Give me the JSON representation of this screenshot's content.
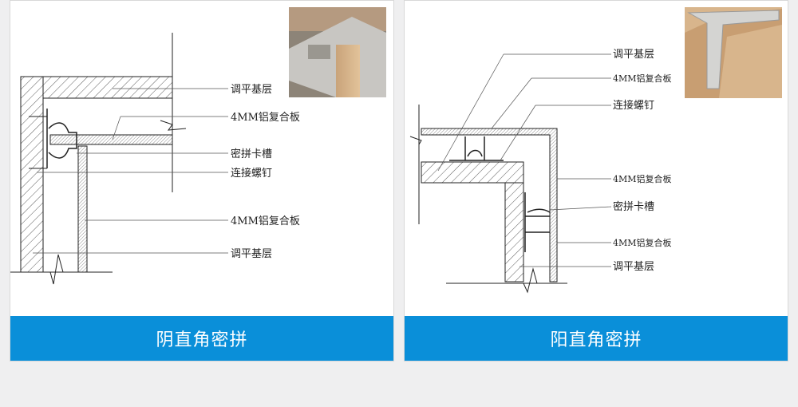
{
  "left": {
    "title": "阴直角密拼",
    "labels": [
      "调平基层",
      "4MM铝复合板",
      "密拼卡槽",
      "连接螺钉",
      "4MM铝复合板",
      "调平基层"
    ]
  },
  "right": {
    "title": "阳直角密拼",
    "labels": [
      "调平基层",
      "4MM铝复合板",
      "连接螺钉",
      "4MM铝复合板",
      "密拼卡槽",
      "4MM铝复合板",
      "调平基层"
    ]
  },
  "colors": {
    "accent": "#0a8fd9",
    "background": "#efeff0"
  }
}
